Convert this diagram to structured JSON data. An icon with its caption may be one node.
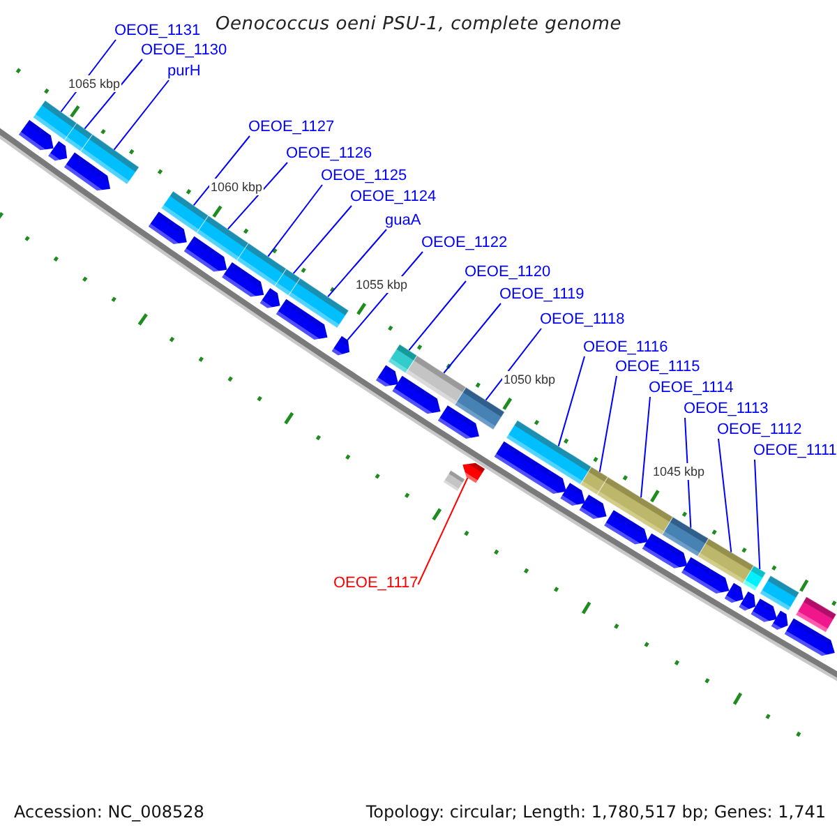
{
  "diagram": {
    "title": "Oenococcus oeni PSU-1, complete genome",
    "nodes": [
      {
        "text": [
          "OEOE_1131"
        ]
      },
      {
        "text": [
          "OEOE_1130"
        ]
      },
      {
        "text": [
          "purH"
        ]
      },
      {
        "text": [
          "OEOE_1127"
        ]
      },
      {
        "text": [
          "OEOE_1126"
        ]
      },
      {
        "text": [
          "OEOE_1125"
        ]
      },
      {
        "text": [
          "OEOE_1124"
        ]
      },
      {
        "text": [
          "guaA"
        ]
      },
      {
        "text": [
          "OEOE_1122"
        ]
      },
      {
        "text": [
          "OEOE_1120"
        ]
      },
      {
        "text": [
          "OEOE_1119"
        ]
      },
      {
        "text": [
          "OEOE_1118"
        ]
      },
      {
        "text": [
          "OEOE_1116"
        ]
      },
      {
        "text": [
          "OEOE_1115"
        ]
      },
      {
        "text": [
          "OEOE_1114"
        ]
      },
      {
        "text": [
          "OEOE_1113"
        ]
      },
      {
        "text": [
          "OEOE_1112"
        ]
      },
      {
        "text": [
          "OEOE_1111"
        ]
      },
      {
        "text": [
          "OEOE_1117"
        ]
      },
      {
        "text": [],
        "shape": "bar"
      },
      {
        "text": [],
        "shape": "bar"
      },
      {
        "text": [],
        "shape": "bar"
      },
      {
        "text": [],
        "shape": "bar"
      },
      {
        "text": [],
        "shape": "bar"
      },
      {
        "text": [],
        "shape": "bar"
      },
      {
        "text": [],
        "shape": "bar"
      },
      {
        "text": [],
        "shape": "bar"
      },
      {
        "text": [],
        "shape": "bar"
      },
      {
        "text": [],
        "shape": "bar"
      },
      {
        "text": [],
        "shape": "bar"
      },
      {
        "text": [],
        "shape": "bar"
      },
      {
        "text": [],
        "shape": "bar"
      },
      {
        "text": [],
        "shape": "bar"
      },
      {
        "text": [],
        "shape": "bar"
      },
      {
        "text": [],
        "shape": "bar"
      },
      {
        "text": [],
        "shape": "bar"
      },
      {
        "text": [],
        "shape": "bar"
      },
      {
        "text": [],
        "shape": "bar"
      },
      {
        "text": [],
        "shape": "arrow"
      },
      {
        "text": [],
        "shape": "arrow"
      },
      {
        "text": [],
        "shape": "arrow"
      },
      {
        "text": [],
        "shape": "arrow"
      },
      {
        "text": [],
        "shape": "arrow"
      },
      {
        "text": [],
        "shape": "arrow"
      },
      {
        "text": [],
        "shape": "arrow"
      },
      {
        "text": [],
        "shape": "arrow"
      },
      {
        "text": [],
        "shape": "arrow"
      },
      {
        "text": [],
        "shape": "arrow"
      },
      {
        "text": [],
        "shape": "arrow"
      },
      {
        "text": [],
        "shape": "arrow"
      },
      {
        "text": [],
        "shape": "arrow"
      },
      {
        "text": [],
        "shape": "arrow"
      },
      {
        "text": [],
        "shape": "arrow"
      },
      {
        "text": [],
        "shape": "arrow"
      },
      {
        "text": [],
        "shape": "arrow"
      },
      {
        "text": [],
        "shape": "arrow"
      },
      {
        "text": [],
        "shape": "arrow"
      },
      {
        "text": [],
        "shape": "arrow"
      },
      {
        "text": [],
        "shape": "arrow"
      },
      {
        "text": [],
        "shape": "arrow"
      },
      {
        "text": [],
        "shape": "arrow"
      },
      {
        "text": [],
        "shape": "arrow"
      },
      {
        "text": [],
        "shape": "bar"
      }
    ],
    "edges": [
      {
        "from": 0,
        "to": 19,
        "arrow": "none"
      },
      {
        "from": 1,
        "to": 20,
        "arrow": "none"
      },
      {
        "from": 2,
        "to": 21,
        "arrow": "none"
      },
      {
        "from": 3,
        "to": 22,
        "arrow": "none"
      },
      {
        "from": 4,
        "to": 23,
        "arrow": "none"
      },
      {
        "from": 5,
        "to": 24,
        "arrow": "none"
      },
      {
        "from": 6,
        "to": 25,
        "arrow": "none"
      },
      {
        "from": 7,
        "to": 26,
        "arrow": "none"
      },
      {
        "from": 8,
        "to": 46,
        "arrow": "none"
      },
      {
        "from": 9,
        "to": 27,
        "arrow": "none"
      },
      {
        "from": 10,
        "to": 28,
        "arrow": "none"
      },
      {
        "from": 11,
        "to": 29,
        "arrow": "none"
      },
      {
        "from": 12,
        "to": 30,
        "arrow": "none"
      },
      {
        "from": 13,
        "to": 31,
        "arrow": "none"
      },
      {
        "from": 14,
        "to": 32,
        "arrow": "none"
      },
      {
        "from": 15,
        "to": 33,
        "arrow": "none"
      },
      {
        "from": 16,
        "to": 34,
        "arrow": "none"
      },
      {
        "from": 17,
        "to": 35,
        "arrow": "none"
      },
      {
        "from": 18,
        "to": 61,
        "arrow": "none",
        "color": "#ff0000"
      }
    ],
    "labels": [
      "1065 kbp",
      "1060 kbp",
      "1055 kbp",
      "1050 kbp",
      "1045 kbp",
      "Accession: NC_008528",
      "Topology: circular; Length: 1,780,517 bp; Genes: 1,741"
    ]
  }
}
